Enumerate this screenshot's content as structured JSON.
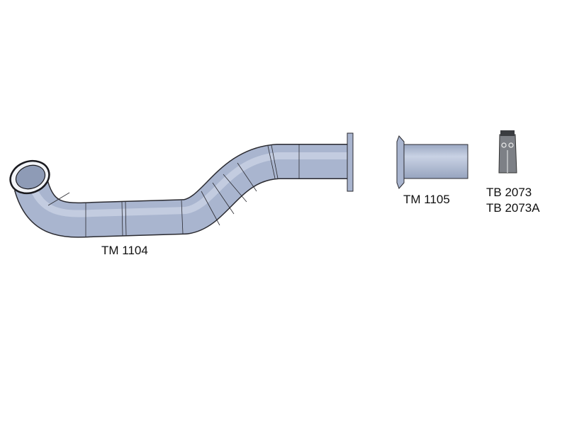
{
  "parts": [
    {
      "code": "TM 1104"
    },
    {
      "code": "TM 1105"
    },
    {
      "code": "TB 2073"
    },
    {
      "code": "TB 2073A"
    }
  ],
  "colors": {
    "pipe": "#a9b5cf",
    "pipe_highlight": "#c9d2e4",
    "outline": "#2a2a30",
    "clamp": "#6f7277"
  }
}
